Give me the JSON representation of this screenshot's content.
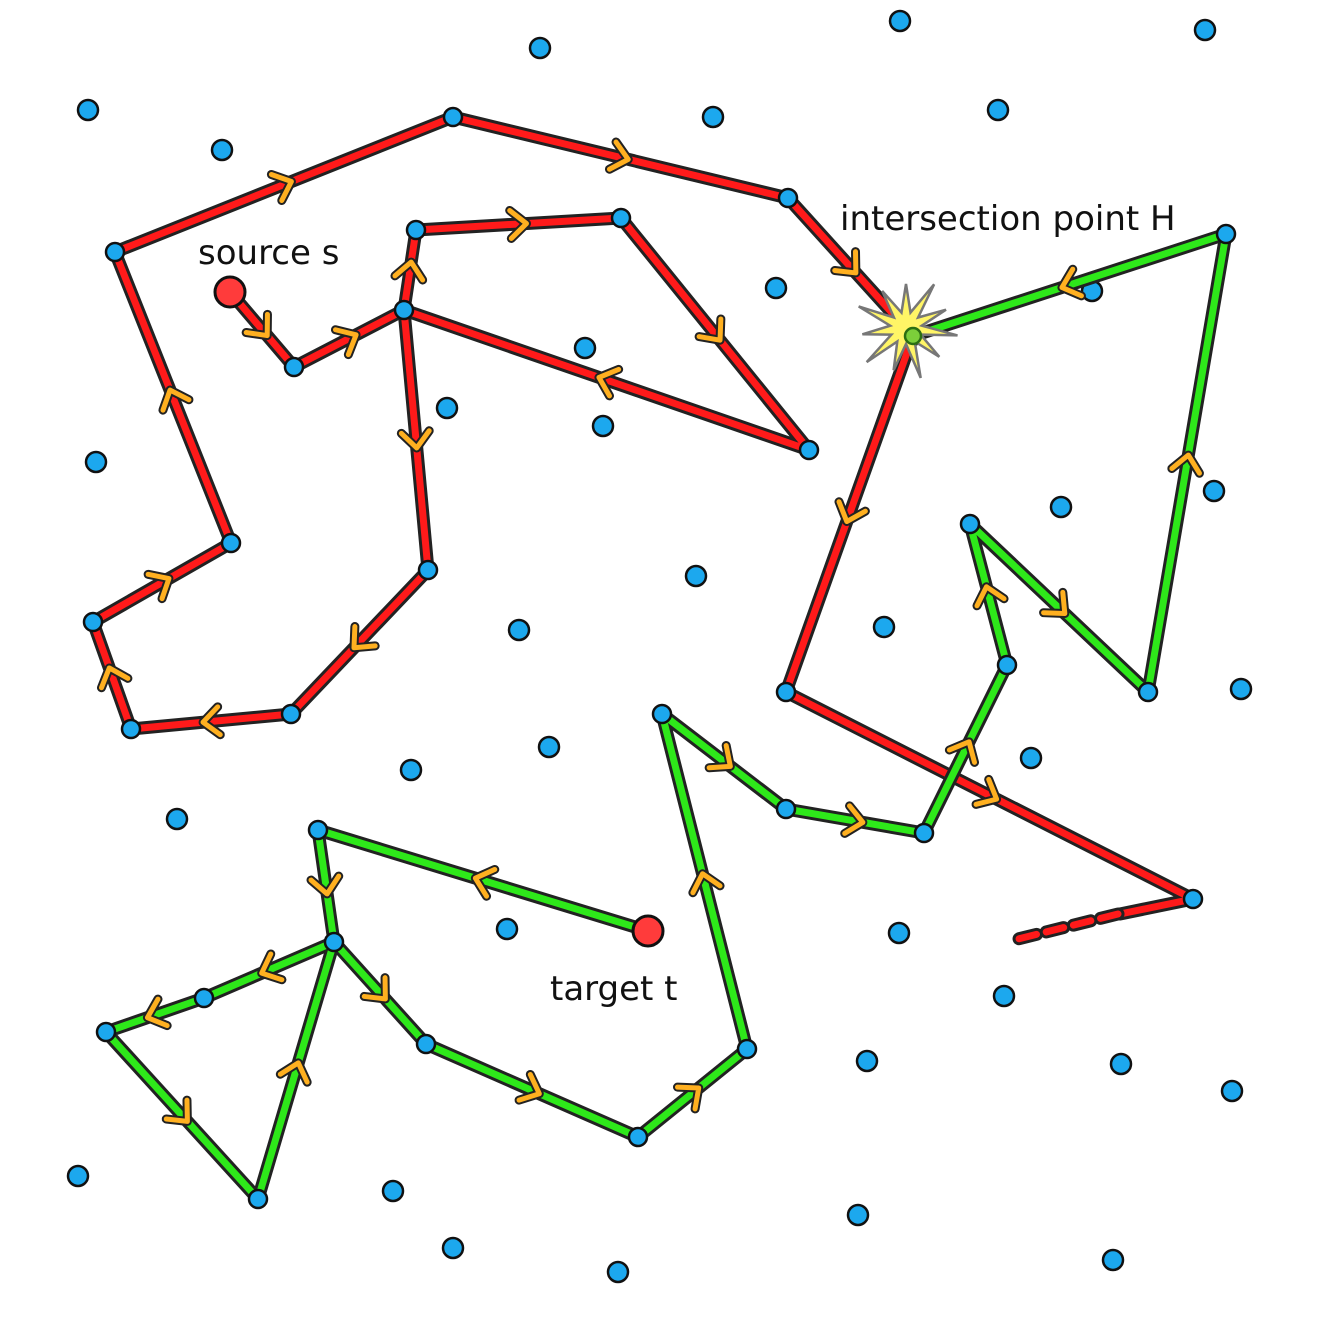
{
  "labels": {
    "source": "source s",
    "target": "target t",
    "intersection": "intersection point H"
  },
  "colors": {
    "forward_path": "#ff1a1a",
    "backward_path": "#2ee81a",
    "outline": "#222222",
    "arrow": "#ffb020",
    "point": "#1ca8ee",
    "endpoint": "#ff3b3b",
    "burst": "#fff566"
  }
}
